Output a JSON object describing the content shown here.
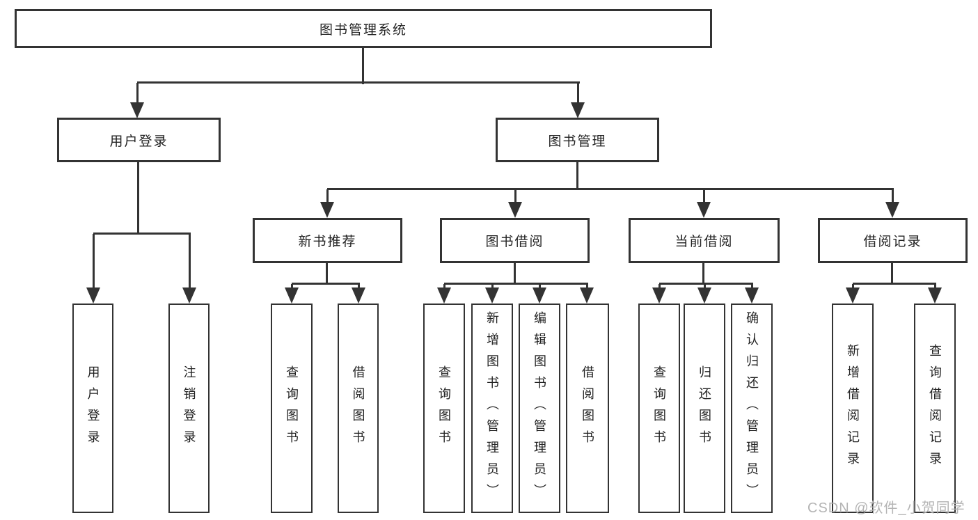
{
  "diagram_type": "feature-hierarchy-tree",
  "colors": {
    "line": "#333333",
    "text": "#222222",
    "watermark": "#b4b4b4",
    "background": "#ffffff"
  },
  "watermark": {
    "text": "CSDN @软件_小贺同学"
  },
  "nodes": {
    "root": {
      "label": "图书管理系统"
    },
    "user_login": {
      "label": "用户登录"
    },
    "book_mgmt": {
      "label": "图书管理"
    },
    "new_book_rec": {
      "label": "新书推荐"
    },
    "book_borrow": {
      "label": "图书借阅"
    },
    "current_borrow": {
      "label": "当前借阅"
    },
    "borrow_records": {
      "label": "借阅记录"
    },
    "leaf_user_login": {
      "label": "用户登录"
    },
    "leaf_logout": {
      "label": "注销登录"
    },
    "leaf_query_book_1": {
      "label": "查询图书"
    },
    "leaf_borrow_book_1": {
      "label": "借阅图书"
    },
    "leaf_query_book_2": {
      "label": "查询图书"
    },
    "leaf_add_book": {
      "label": "新增图书（管理员）"
    },
    "leaf_edit_book": {
      "label": "编辑图书（管理员）"
    },
    "leaf_borrow_book_2": {
      "label": "借阅图书"
    },
    "leaf_query_book_3": {
      "label": "查询图书"
    },
    "leaf_return_book": {
      "label": "归还图书"
    },
    "leaf_confirm_return": {
      "label": "确认归还（管理员）"
    },
    "leaf_add_record": {
      "label": "新增借阅记录"
    },
    "leaf_query_record": {
      "label": "查询借阅记录"
    }
  },
  "structure": {
    "图书管理系统": {
      "用户登录": [
        "用户登录",
        "注销登录"
      ],
      "图书管理": {
        "新书推荐": [
          "查询图书",
          "借阅图书"
        ],
        "图书借阅": [
          "查询图书",
          "新增图书（管理员）",
          "编辑图书（管理员）",
          "借阅图书"
        ],
        "当前借阅": [
          "查询图书",
          "归还图书",
          "确认归还（管理员）"
        ],
        "借阅记录": [
          "新增借阅记录",
          "查询借阅记录"
        ]
      }
    }
  }
}
